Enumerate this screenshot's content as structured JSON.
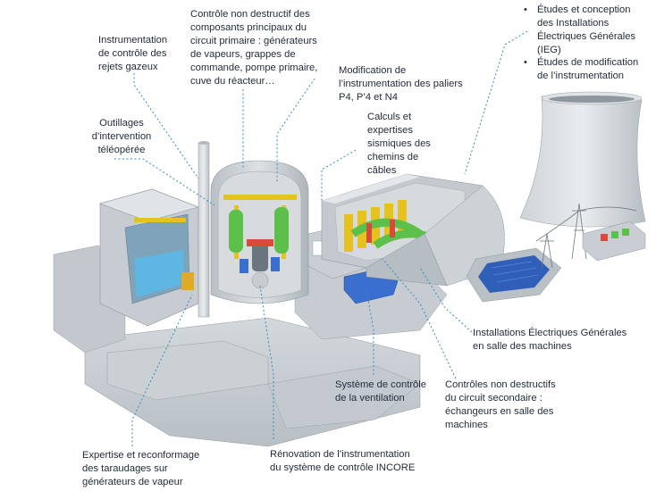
{
  "colors": {
    "concrete": "#c9ced2",
    "concrete_dark": "#a9b0b6",
    "concrete_light": "#e3e6e8",
    "leader_line": "#2f8fc0",
    "green_equipment": "#5cc04a",
    "blue_equipment": "#3a6fd0",
    "yellow_crane": "#e6c21f",
    "pool_water": "#5bb9e8"
  },
  "icons": [
    "cooling-tower-icon",
    "power-pylon-icon",
    "reactor-dome-icon"
  ],
  "labels": {
    "rejets": "Instrumentation\nde contrôle des\nrejets gazeux",
    "cnd_primaire": "Contrôle non destructif des\ncomposants principaux du\ncircuit primaire : générateurs\nde vapeurs, grappes de\ncommande, pompe primaire,\ncuve du réacteur…",
    "paliers": "Modification de\nl’instrumentation des paliers\nP4, P’4 et N4",
    "outillages": "Outillages\nd’intervention\ntéléopérée",
    "calculs": "Calculs et\nexpertises\nsismiques des\nchemins de\ncâbles",
    "etudes_ieg": "Études et conception\ndes Installations\nÉlectriques Générales\n(IEG)",
    "etudes_modif": "Études de modification\nde l’instrumentation",
    "ieg_salle": "Installations Électriques Générales\nen salle des machines",
    "ventilation": "Système de contrôle\nde la ventilation",
    "cnd_secondaire": "Contrôles non destructifs\ndu circuit secondaire :\néchangeurs en salle des\nmachines",
    "taraudages": "Expertise et reconformage\ndes taraudages sur\ngénérateurs de vapeur",
    "incore": "Rénovation de l’instrumentation\ndu système de contrôle INCORE"
  },
  "bullet_char": "•"
}
